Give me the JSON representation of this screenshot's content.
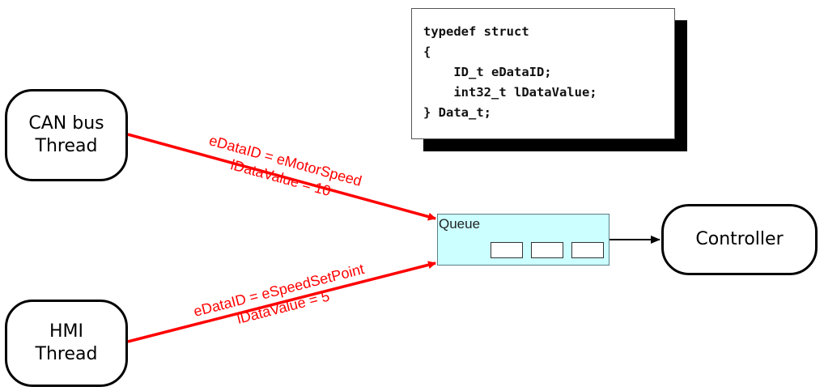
{
  "nodes": {
    "can": "CAN bus\nThread",
    "hmi": "HMI\nThread",
    "controller": "Controller",
    "queue": "Queue"
  },
  "code": {
    "lines": [
      "typedef struct",
      "{",
      "    ID_t eDataID;",
      "    int32_t lDataValue;",
      "} Data_t;"
    ]
  },
  "messages": {
    "can": {
      "line1": "eDataID = eMotorSpeed",
      "line2": "lDataValue = 10"
    },
    "hmi": {
      "line1": "eDataID = eSpeedSetPoint",
      "line2": "lDataValue = 5"
    }
  },
  "colors": {
    "message_arrow": "#ff0000",
    "queue_fill": "#ccffff"
  }
}
